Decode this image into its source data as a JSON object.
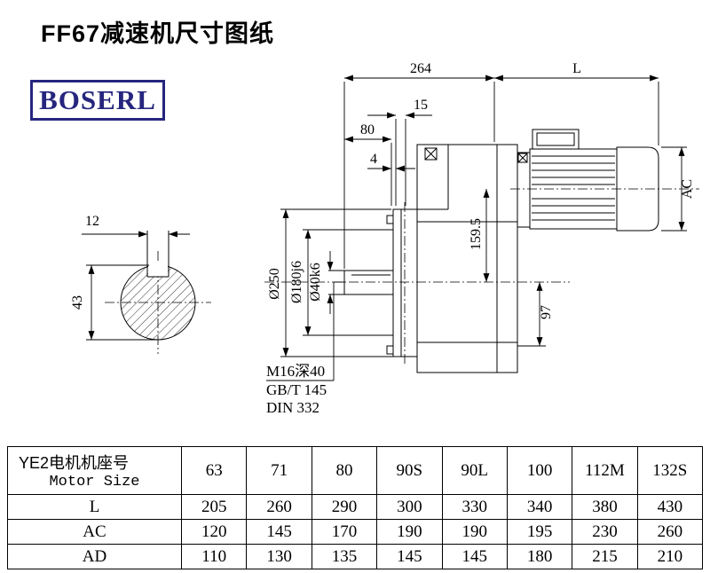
{
  "page": {
    "title": "FF67减速机尺寸图纸"
  },
  "logo": {
    "text": "BOSERL"
  },
  "drawing": {
    "dim_264": "264",
    "dim_L": "L",
    "dim_15": "15",
    "dim_80": "80",
    "dim_4": "4",
    "dim_AC": "AC",
    "dim_12": "12",
    "dim_43": "43",
    "dia_flange": "Ø250",
    "dia_spigot": "Ø180j6",
    "dia_shaft": "Ø40k6",
    "dim_159_5": "159.5",
    "dim_97": "97",
    "note_tap": "M16深40",
    "note_gb": "GB/T 145",
    "note_din": "DIN 332"
  },
  "table": {
    "motor_label_cn": "YE2电机机座号",
    "motor_label_en": "Motor Size",
    "sizes": [
      "63",
      "71",
      "80",
      "90S",
      "90L",
      "100",
      "112M",
      "132S"
    ],
    "rows": [
      {
        "label": "L",
        "values": [
          "205",
          "260",
          "290",
          "300",
          "330",
          "340",
          "380",
          "430"
        ]
      },
      {
        "label": "AC",
        "values": [
          "120",
          "145",
          "170",
          "190",
          "190",
          "195",
          "230",
          "260"
        ]
      },
      {
        "label": "AD",
        "values": [
          "110",
          "130",
          "135",
          "145",
          "145",
          "180",
          "215",
          "210"
        ]
      }
    ]
  }
}
